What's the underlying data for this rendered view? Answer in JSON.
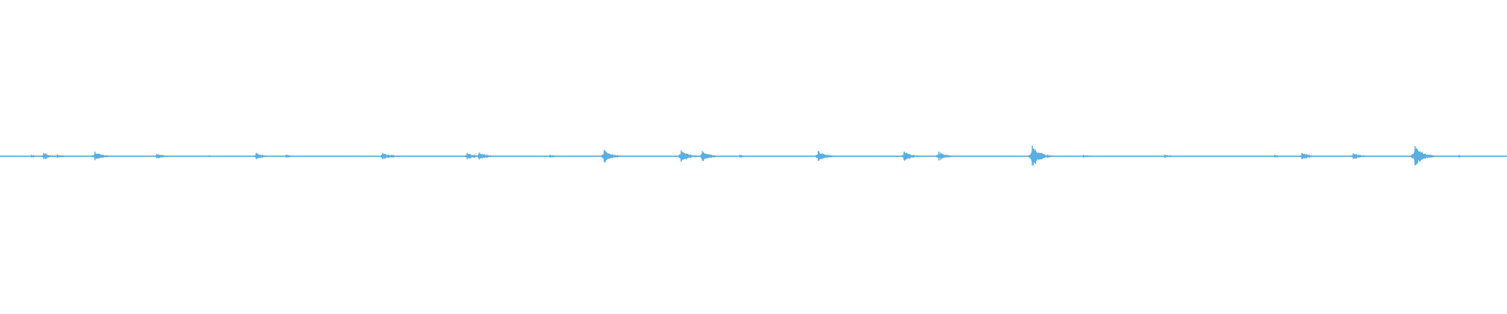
{
  "colors": {
    "background": "#ffffff",
    "waveform": "#5aaee0"
  },
  "waveform": {
    "description": "",
    "transients": [
      {
        "t": 0.021,
        "a": 0.01
      },
      {
        "t": 0.029,
        "a": 0.022
      },
      {
        "t": 0.038,
        "a": 0.012
      },
      {
        "t": 0.063,
        "a": 0.03
      },
      {
        "t": 0.104,
        "a": 0.014
      },
      {
        "t": 0.107,
        "a": 0.01
      },
      {
        "t": 0.139,
        "a": 0.006
      },
      {
        "t": 0.17,
        "a": 0.022
      },
      {
        "t": 0.19,
        "a": 0.01
      },
      {
        "t": 0.254,
        "a": 0.022
      },
      {
        "t": 0.26,
        "a": 0.01
      },
      {
        "t": 0.31,
        "a": 0.022
      },
      {
        "t": 0.318,
        "a": 0.025
      },
      {
        "t": 0.365,
        "a": 0.01
      },
      {
        "t": 0.401,
        "a": 0.042
      },
      {
        "t": 0.452,
        "a": 0.04
      },
      {
        "t": 0.466,
        "a": 0.034
      },
      {
        "t": 0.491,
        "a": 0.01
      },
      {
        "t": 0.543,
        "a": 0.035
      },
      {
        "t": 0.6,
        "a": 0.03
      },
      {
        "t": 0.623,
        "a": 0.03
      },
      {
        "t": 0.685,
        "a": 0.07
      },
      {
        "t": 0.719,
        "a": 0.01
      },
      {
        "t": 0.773,
        "a": 0.01
      },
      {
        "t": 0.846,
        "a": 0.01
      },
      {
        "t": 0.864,
        "a": 0.022
      },
      {
        "t": 0.898,
        "a": 0.02
      },
      {
        "t": 0.939,
        "a": 0.068
      },
      {
        "t": 0.968,
        "a": 0.008
      }
    ]
  }
}
